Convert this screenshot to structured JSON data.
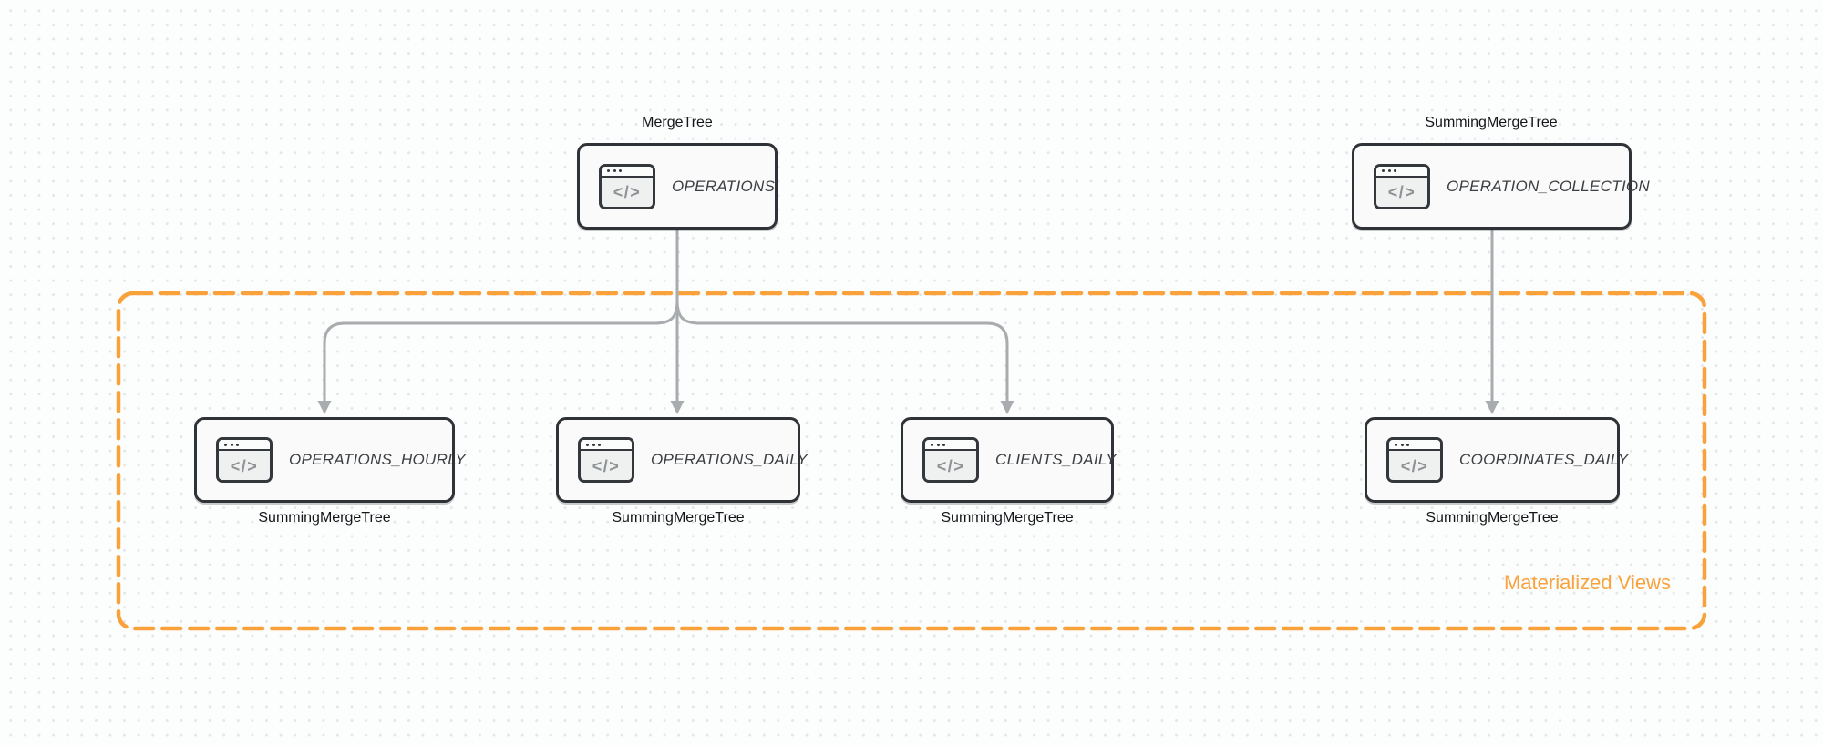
{
  "diagram": {
    "group_label": "Materialized Views",
    "icon_glyph": "</>",
    "nodes": [
      {
        "table": "OPERATIONS",
        "engine": "MergeTree",
        "engine_label_position": "top"
      },
      {
        "table": "OPERATION_COLLECTION",
        "engine": "SummingMergeTree",
        "engine_label_position": "top"
      },
      {
        "table": "OPERATIONS_HOURLY",
        "engine": "SummingMergeTree",
        "engine_label_position": "bottom"
      },
      {
        "table": "OPERATIONS_DAILY",
        "engine": "SummingMergeTree",
        "engine_label_position": "bottom"
      },
      {
        "table": "CLIENTS_DAILY",
        "engine": "SummingMergeTree",
        "engine_label_position": "bottom"
      },
      {
        "table": "COORDINATES_DAILY",
        "engine": "SummingMergeTree",
        "engine_label_position": "bottom"
      }
    ],
    "edges": [
      {
        "from": "OPERATIONS",
        "to": "OPERATIONS_HOURLY"
      },
      {
        "from": "OPERATIONS",
        "to": "OPERATIONS_DAILY"
      },
      {
        "from": "OPERATIONS",
        "to": "CLIENTS_DAILY"
      },
      {
        "from": "OPERATION_COLLECTION",
        "to": "COORDINATES_DAILY"
      }
    ],
    "colors": {
      "accent_orange": "#F9A23C",
      "connector_gray": "#A9ACAE",
      "node_border": "#2F3337",
      "node_fill": "#F9FAF9",
      "node_text": "#3B3E42",
      "label_text": "#141619",
      "background": "#FCFDFD",
      "grid_dot": "#E3E5E8"
    }
  }
}
